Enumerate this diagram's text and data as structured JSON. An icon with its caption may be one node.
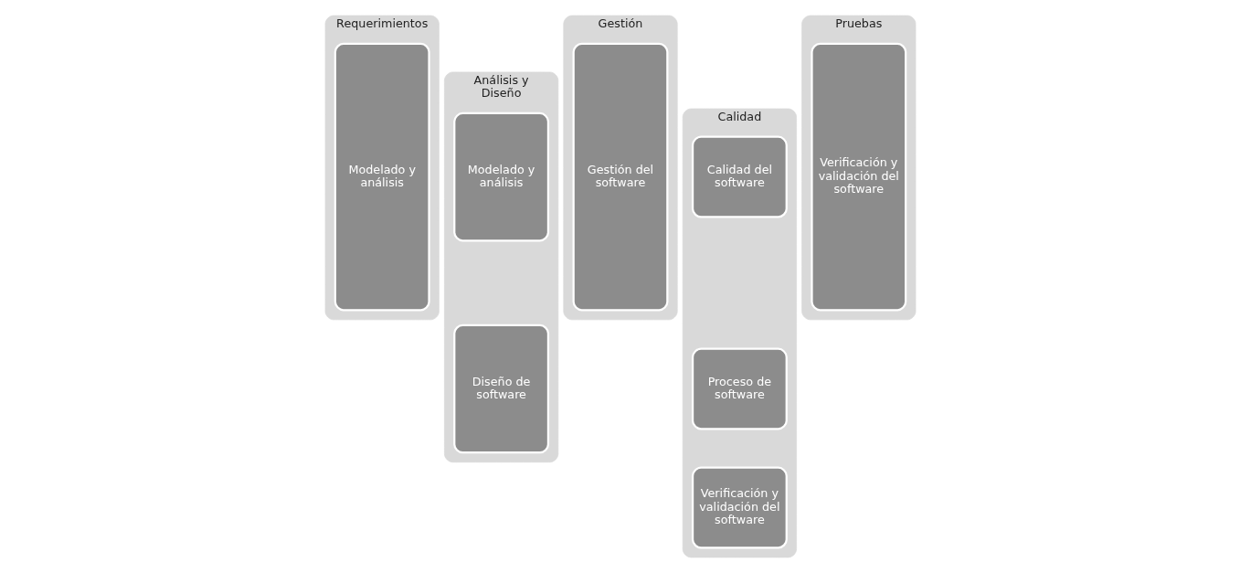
{
  "diagram": {
    "nodes": [
      {
        "text": [
          "Requerimientos"
        ]
      },
      {
        "text": [
          "Modelado y análisis"
        ],
        "in": 0
      },
      {
        "text": [
          "Análisis y Diseño"
        ]
      },
      {
        "text": [
          "Modelado y análisis"
        ],
        "in": 2
      },
      {
        "text": [
          "Diseño de software"
        ],
        "in": 2
      },
      {
        "text": [
          "Gestión"
        ]
      },
      {
        "text": [
          "Gestión del software"
        ],
        "in": 5
      },
      {
        "text": [
          "Calidad"
        ]
      },
      {
        "text": [
          "Calidad del software"
        ],
        "in": 7
      },
      {
        "text": [
          "Proceso de software"
        ],
        "in": 7
      },
      {
        "text": [
          "Verificación y validación del software"
        ],
        "in": 7
      },
      {
        "text": [
          "Pruebas"
        ]
      },
      {
        "text": [
          "Verificación y validación del software"
        ],
        "in": 11
      }
    ],
    "edges": []
  }
}
